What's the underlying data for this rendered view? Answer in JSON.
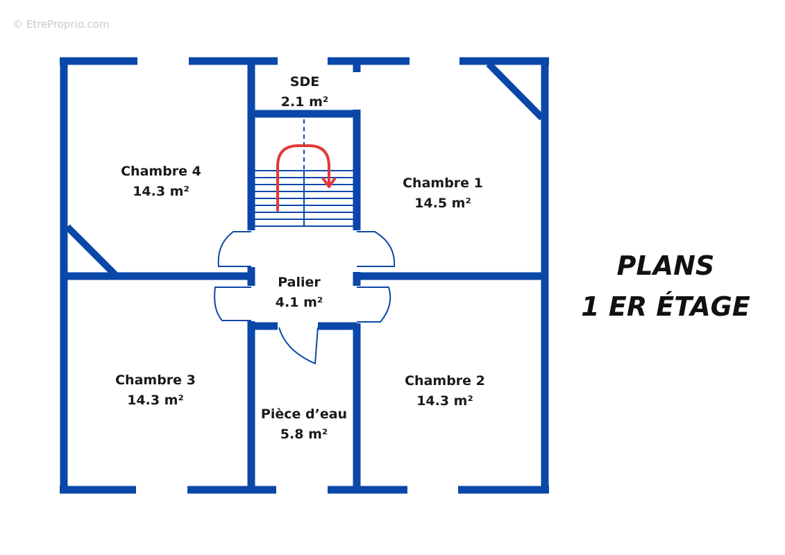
{
  "watermark": "© EtreProprio.com",
  "title": {
    "line1": "PLANS",
    "line2": "1 ER ÉTAGE"
  },
  "rooms": {
    "sde": {
      "name": "SDE",
      "area": "2.1 m²"
    },
    "chambre4": {
      "name": "Chambre 4",
      "area": "14.3 m²"
    },
    "chambre1": {
      "name": "Chambre 1",
      "area": "14.5 m²"
    },
    "palier": {
      "name": "Palier",
      "area": "4.1 m²"
    },
    "chambre3": {
      "name": "Chambre 3",
      "area": "14.3 m²"
    },
    "chambre2": {
      "name": "Chambre 2",
      "area": "14.3 m²"
    },
    "piece_eau": {
      "name": "Pièce d’eau",
      "area": "5.8 m²"
    }
  },
  "colors": {
    "wall": "#0a47a8",
    "stair_arrow": "#e03a3a",
    "text": "#1a1a1a"
  }
}
